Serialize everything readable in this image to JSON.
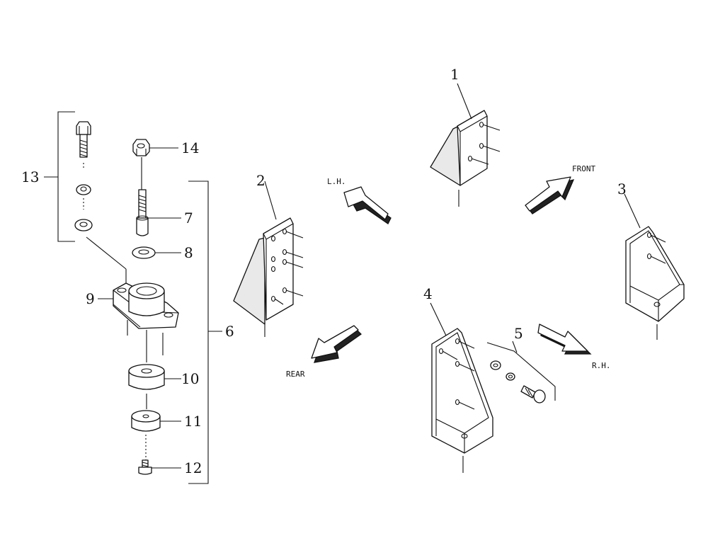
{
  "callouts": {
    "c1": "1",
    "c2": "2",
    "c3": "3",
    "c4": "4",
    "c5": "5",
    "c6": "6",
    "c7": "7",
    "c8": "8",
    "c9": "9",
    "c10": "10",
    "c11": "11",
    "c12": "12",
    "c13": "13",
    "c14": "14"
  },
  "directions": {
    "lh": "L.H.",
    "front": "FRONT",
    "rear": "REAR",
    "rh": "R.H."
  }
}
